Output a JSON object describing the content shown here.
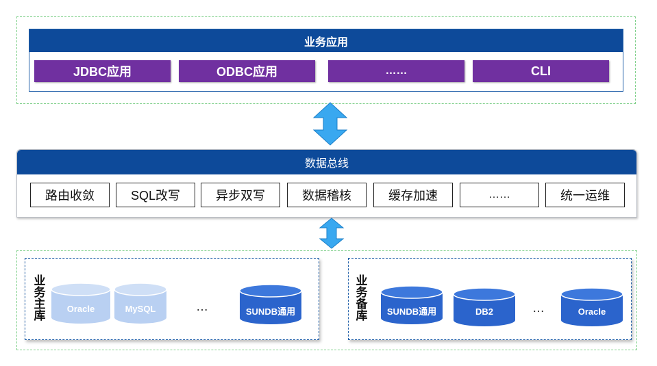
{
  "app_layer": {
    "title": "业务应用",
    "items": [
      "JDBC应用",
      "ODBC应用",
      "……",
      "CLI"
    ]
  },
  "bus_layer": {
    "title": "数据总线",
    "items": [
      "路由收敛",
      "SQL改写",
      "异步双写",
      "数据稽核",
      "缓存加速",
      "……",
      "统一运维"
    ]
  },
  "primary_db": {
    "label_chars": [
      "业",
      "务",
      "主",
      "库"
    ],
    "databases": [
      "Oracle",
      "MySQL",
      "SUNDB通用"
    ],
    "ellipsis": "…"
  },
  "backup_db": {
    "label_chars": [
      "业",
      "务",
      "备",
      "库"
    ],
    "databases": [
      "SUNDB通用",
      "DB2",
      "Oracle"
    ],
    "ellipsis": "…"
  },
  "colors": {
    "navy": "#0d4a9a",
    "purple": "#7030a0",
    "arrow": "#39a8f0",
    "db_blue": "#2b64cc",
    "db_light": "#b9d0f2"
  }
}
